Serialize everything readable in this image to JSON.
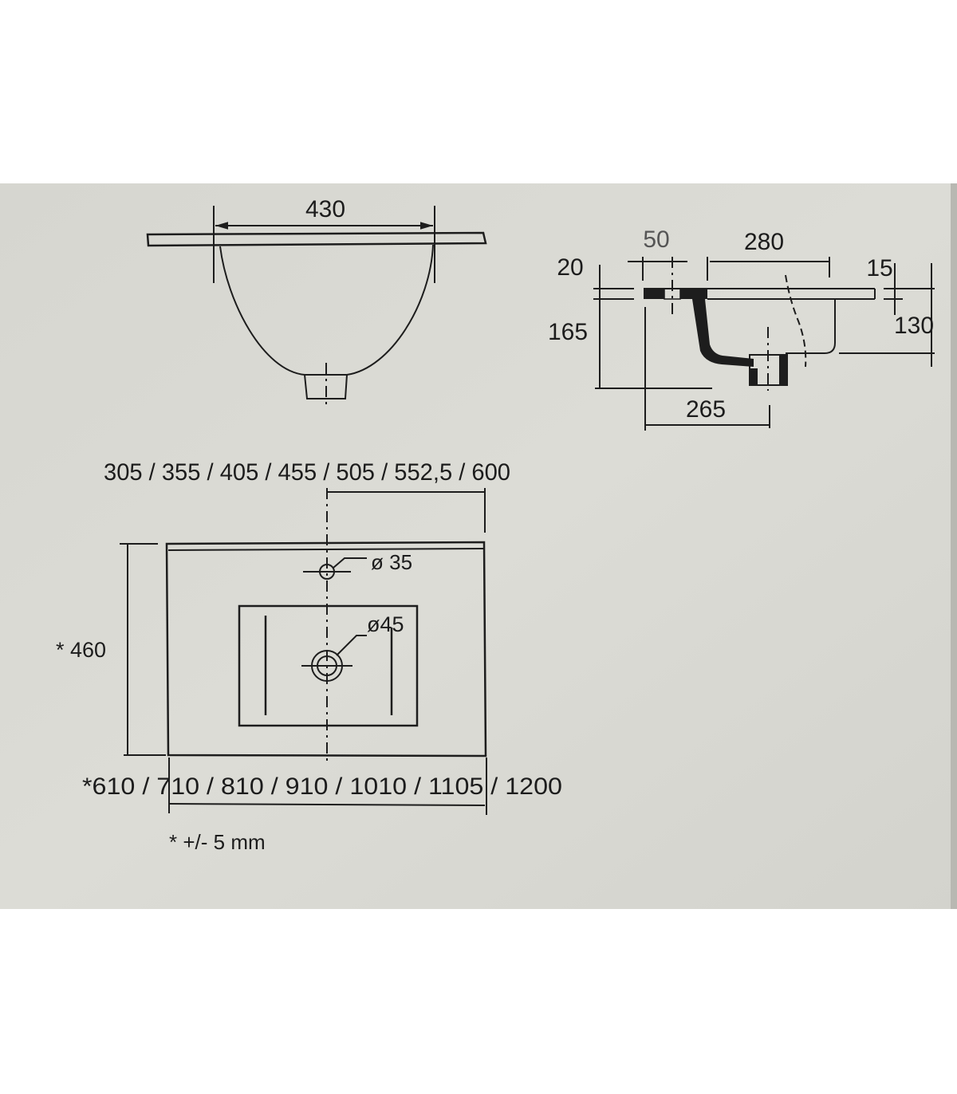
{
  "top_view": {
    "width_label": "430"
  },
  "side_view": {
    "labels": {
      "a": "50",
      "b": "280",
      "c": "20",
      "d": "15",
      "e": "165",
      "f": "130",
      "g": "265"
    }
  },
  "plan_view": {
    "offsets_label": "305 / 355 / 405 / 455 / 505 / 552,5 / 600",
    "tap_hole_label": "ø 35",
    "drain_label": "ø45",
    "depth_label": "* 460",
    "widths_label": "*610 / 710 / 810 / 910 / 1010 / 1105 / 1200",
    "tolerance_note": "* +/- 5 mm"
  },
  "colors": {
    "paper": "#d8d8d2",
    "ink": "#1d1d1d",
    "margin": "#ffffff"
  }
}
